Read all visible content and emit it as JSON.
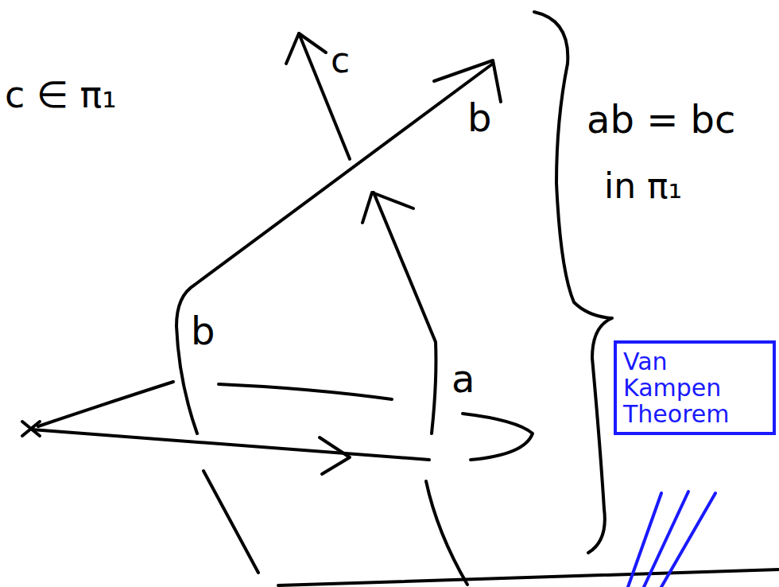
{
  "diagram": {
    "nodes": [
      {
        "text": [
          "Van Kampen Theorem"
        ]
      }
    ],
    "labels": [
      "c ∈ π₁",
      "c",
      "b",
      "b",
      "a",
      "ab = bc",
      "in π₁"
    ]
  }
}
